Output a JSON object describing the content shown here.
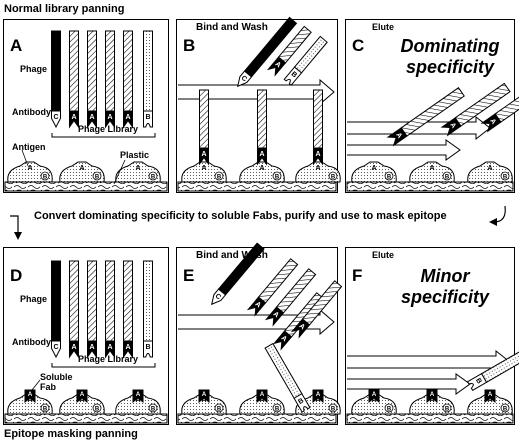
{
  "headers": {
    "top": "Normal library panning",
    "middle": "Convert dominating specificity to soluble Fabs, purify and use to mask epitope",
    "bottom": "Epitope masking panning"
  },
  "panels": [
    {
      "id": "A",
      "letter": "A",
      "title": ""
    },
    {
      "id": "B",
      "letter": "B",
      "title": "Bind and Wash"
    },
    {
      "id": "C",
      "letter": "C",
      "title": "Elute",
      "big": "Dominating specificity"
    },
    {
      "id": "D",
      "letter": "D",
      "title": ""
    },
    {
      "id": "E",
      "letter": "E",
      "title": "Bind and Wash"
    },
    {
      "id": "F",
      "letter": "F",
      "title": "Elute",
      "big": "Minor specificity"
    }
  ],
  "labels": {
    "phage": "Phage",
    "antibody": "Antibody",
    "phage_library": "Phage Library",
    "antigen": "Antigen",
    "plastic": "Plastic",
    "soluble_fab": "Soluble Fab"
  },
  "epitopes": {
    "a": "A",
    "b": "B",
    "c": "C"
  }
}
